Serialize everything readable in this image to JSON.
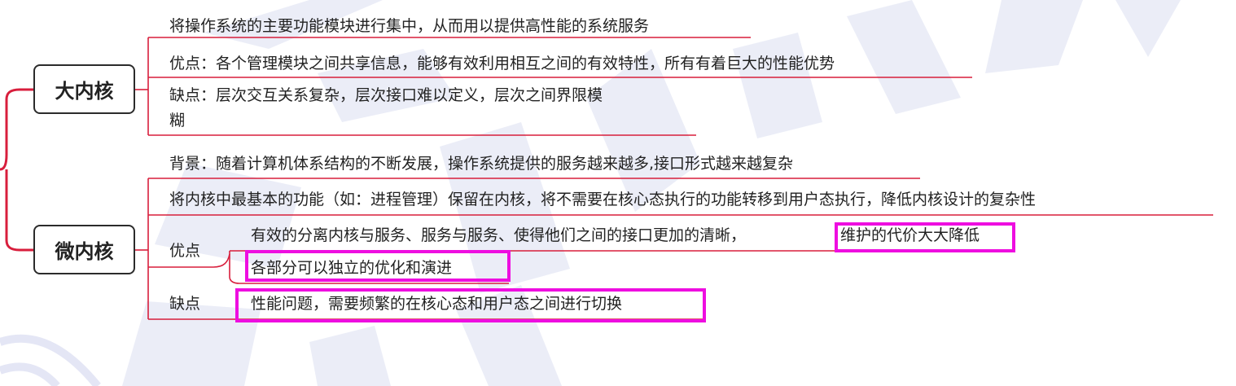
{
  "root_nodes": {
    "macro_kernel": "大内核",
    "micro_kernel": "微内核"
  },
  "macro": {
    "desc": "将操作系统的主要功能模块进行集中，从而用以提供高性能的系统服务",
    "pros": "优点：各个管理模块之间共享信息，能够有效利用相互之间的有效特性，所有有着巨大的性能优势",
    "cons_line1": "缺点：层次交互关系复杂，层次接口难以定义，层次之间界限模",
    "cons_line2": "糊"
  },
  "micro": {
    "background": "背景：随着计算机体系结构的不断发展，操作系统提供的服务越来越多,接口形式越来越复杂",
    "desc": "将内核中最基本的功能（如：进程管理）保留在内核，将不需要在核心态执行的功能转移到用户态执行，降低内核设计的复杂性",
    "pros_label": "优点",
    "pros_item1_a": "有效的分离内核与服务、服务与服务、使得他们之间的接口更加的清晰，",
    "pros_item1_b": "维护的代价大大降低",
    "pros_item2": "各部分可以独立的优化和演进",
    "cons_label": "缺点",
    "cons_item1": "性能问题，需要频繁的在核心态和用户态之间进行切换"
  },
  "colors": {
    "branch_line": "#d81e3c",
    "node_border": "#2b2b2b",
    "highlight": "#ee0ee0",
    "watermark": "#3d4fb5"
  }
}
